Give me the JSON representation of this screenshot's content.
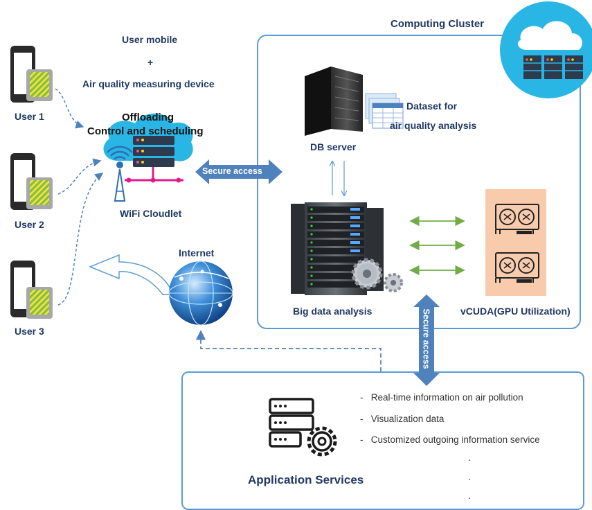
{
  "header": {
    "user_mobile": "User mobile",
    "plus": "+",
    "device": "Air quality measuring device"
  },
  "users": [
    "User 1",
    "User 2",
    "User 3"
  ],
  "cloudlet": {
    "title_line1": "Offloading",
    "title_line2": "Control and scheduling",
    "label": "WiFi Cloudlet"
  },
  "links": {
    "secure_access_horizontal": "Secure access",
    "secure_access_vertical": "Secure access"
  },
  "internet": {
    "label": "Internet"
  },
  "cluster": {
    "title": "Computing Cluster",
    "db_server": "DB server",
    "dataset_line1": "Dataset for",
    "dataset_line2": "air quality analysis",
    "big_data": "Big data analysis",
    "vcuda": "vCUDA(GPU Utilization)"
  },
  "app_services": {
    "title": "Application Services",
    "items": [
      "Real-time information on air pollution",
      "Visualization data",
      "Customized outgoing information service"
    ],
    "dash": "-",
    "ellipsis": "."
  },
  "colors": {
    "frame_blue": "#5b9bd5",
    "label_navy": "#1f3864",
    "arrow_blue": "#4f81bd",
    "gpu_bg": "#f8cbad",
    "green_arrow": "#70ad47",
    "cloud_teal": "#29b6e5"
  }
}
